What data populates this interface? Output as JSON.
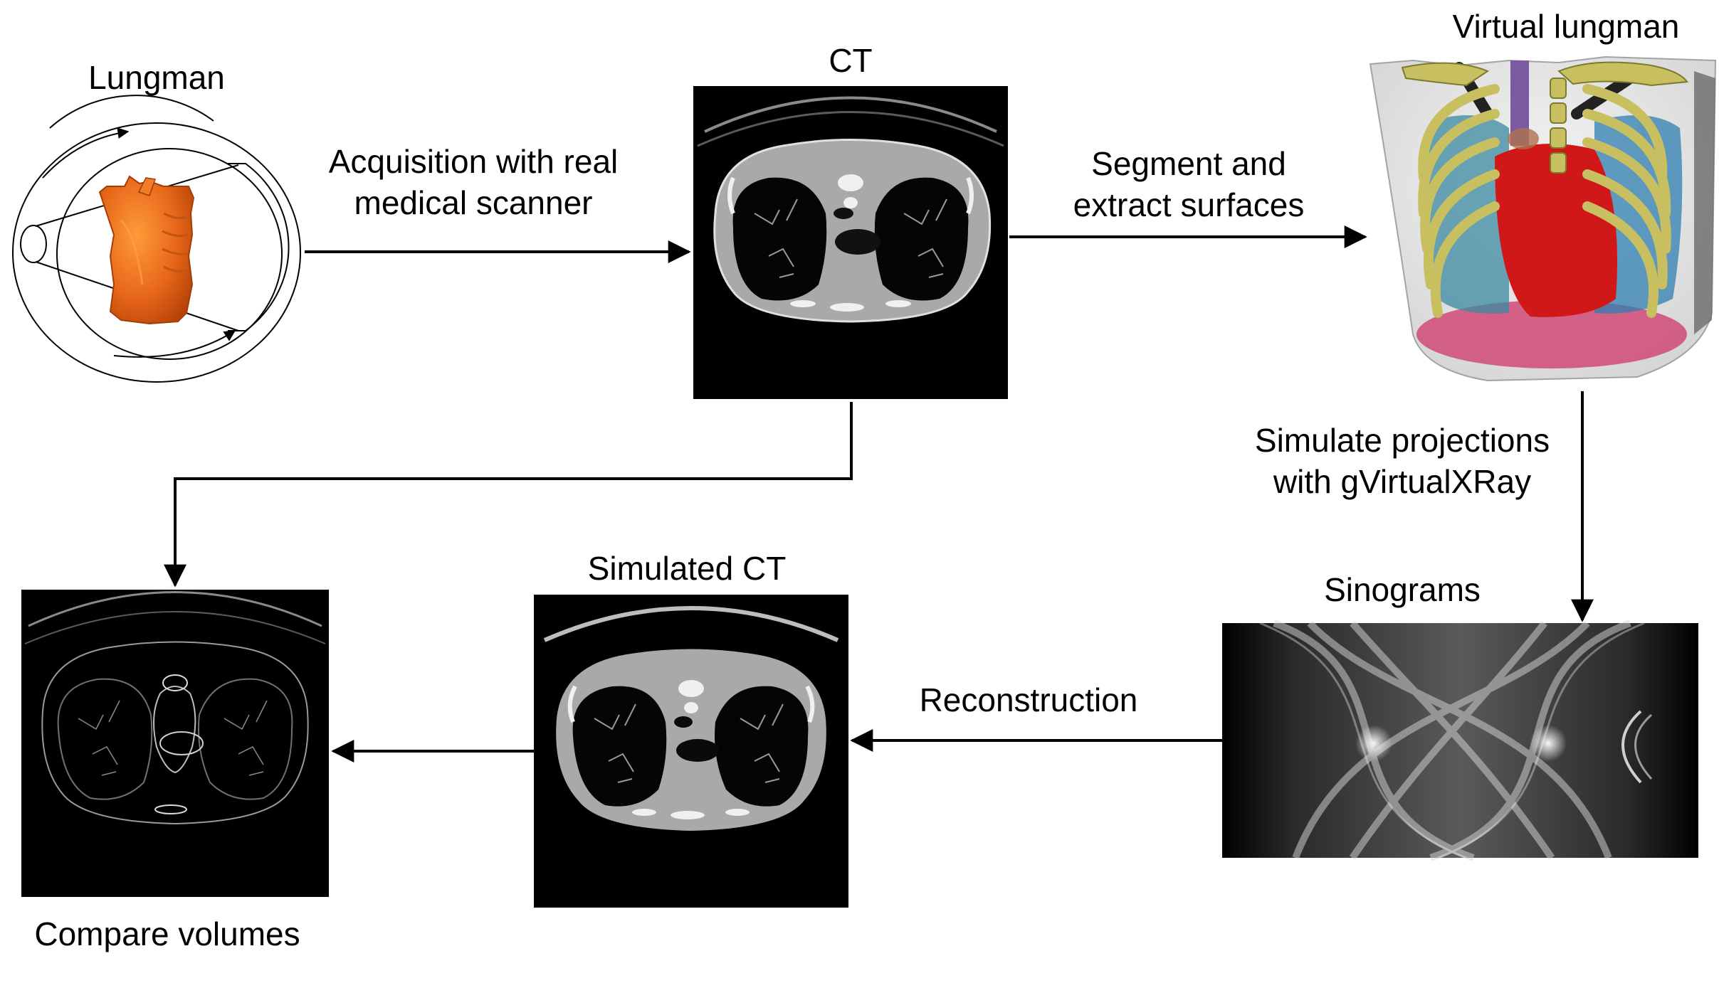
{
  "nodes": {
    "lungman": {
      "label": "Lungman"
    },
    "ct": {
      "label": "CT"
    },
    "virtual_lungman": {
      "label": "Virtual lungman"
    },
    "sinograms": {
      "label": "Sinograms"
    },
    "simulated_ct": {
      "label": "Simulated CT"
    },
    "compare": {
      "label": "Compare volumes"
    }
  },
  "edges": {
    "acquisition": {
      "line1": "Acquisition with real",
      "line2": "medical scanner"
    },
    "segment": {
      "line1": "Segment and",
      "line2": "extract surfaces"
    },
    "simulate": {
      "line1": "Simulate projections",
      "line2": "with gVirtualXRay"
    },
    "reconstruction": {
      "label": "Reconstruction"
    }
  },
  "colors": {
    "arrow": "#000000",
    "phantom_orange": "#e8671a",
    "ct_background": "#000000",
    "ct_tissue": "#a9a9a9",
    "bone_yellow": "#c8c060",
    "heart_red": "#d01818",
    "airway_purple": "#7a5aa0",
    "vessels_blue": "#2f7fb0"
  }
}
